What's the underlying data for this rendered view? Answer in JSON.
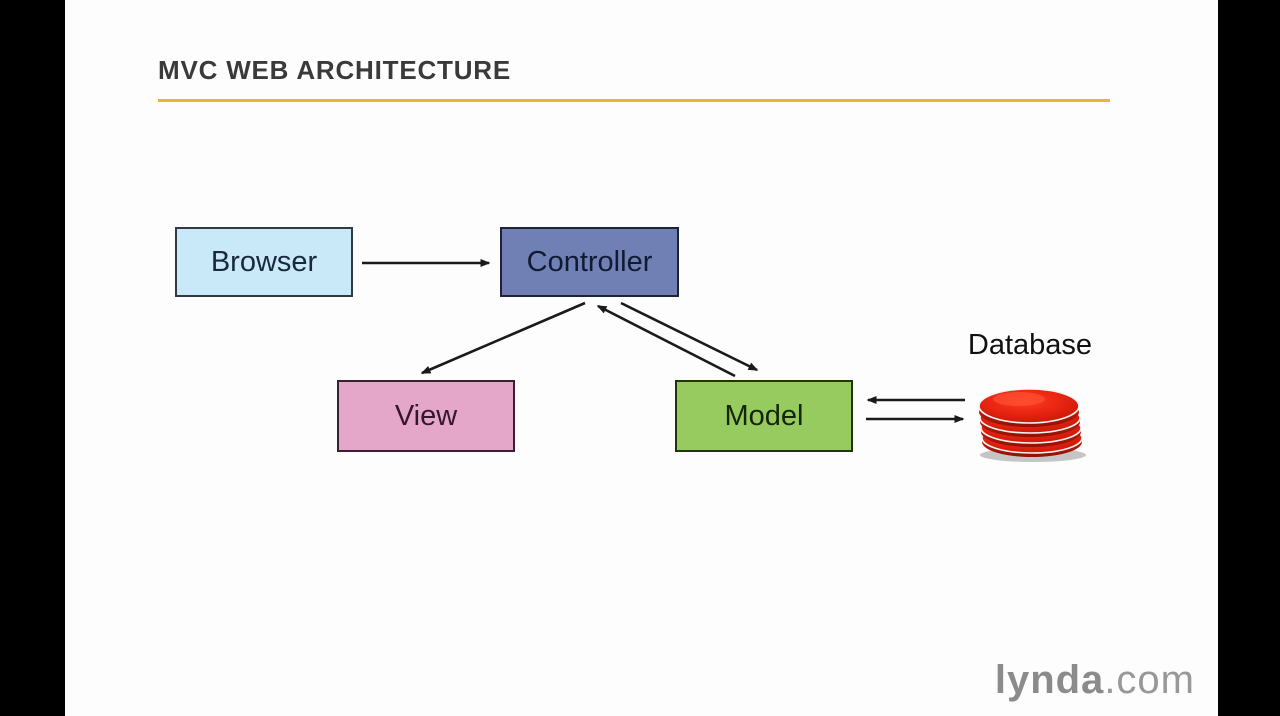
{
  "slide": {
    "title": "MVC WEB ARCHITECTURE",
    "accent_color": "#EDB52E",
    "background_color": "#FDFDFD",
    "letterbox_color": "#000000"
  },
  "diagram": {
    "nodes": [
      {
        "id": "browser",
        "label": "Browser",
        "fill": "#C9E8F8",
        "border": "#2F3A46",
        "text_color": "#18283F"
      },
      {
        "id": "controller",
        "label": "Controller",
        "fill": "#7080B4",
        "border": "#1E2433",
        "text_color": "#101B33"
      },
      {
        "id": "view",
        "label": "View",
        "fill": "#E5A7C9",
        "border": "#3A2130",
        "text_color": "#33182B"
      },
      {
        "id": "model",
        "label": "Model",
        "fill": "#97CB5F",
        "border": "#22330E",
        "text_color": "#142607"
      }
    ],
    "database": {
      "label": "Database",
      "icon": "database-disks-icon",
      "icon_color": "#E5230F"
    },
    "connections": [
      {
        "from": "browser",
        "to": "controller",
        "style": "single-arrow"
      },
      {
        "from": "controller",
        "to": "view",
        "style": "single-arrow"
      },
      {
        "from": "model",
        "to": "controller",
        "style": "single-arrow"
      },
      {
        "from": "controller",
        "to": "model",
        "style": "single-arrow"
      },
      {
        "from": "database",
        "to": "model",
        "style": "single-arrow"
      },
      {
        "from": "model",
        "to": "database",
        "style": "single-arrow"
      }
    ],
    "arrow_color": "#1a1a1a"
  },
  "branding": {
    "logo_primary": "lynda",
    "logo_suffix": ".com",
    "logo_color": "#8B8B8B"
  }
}
